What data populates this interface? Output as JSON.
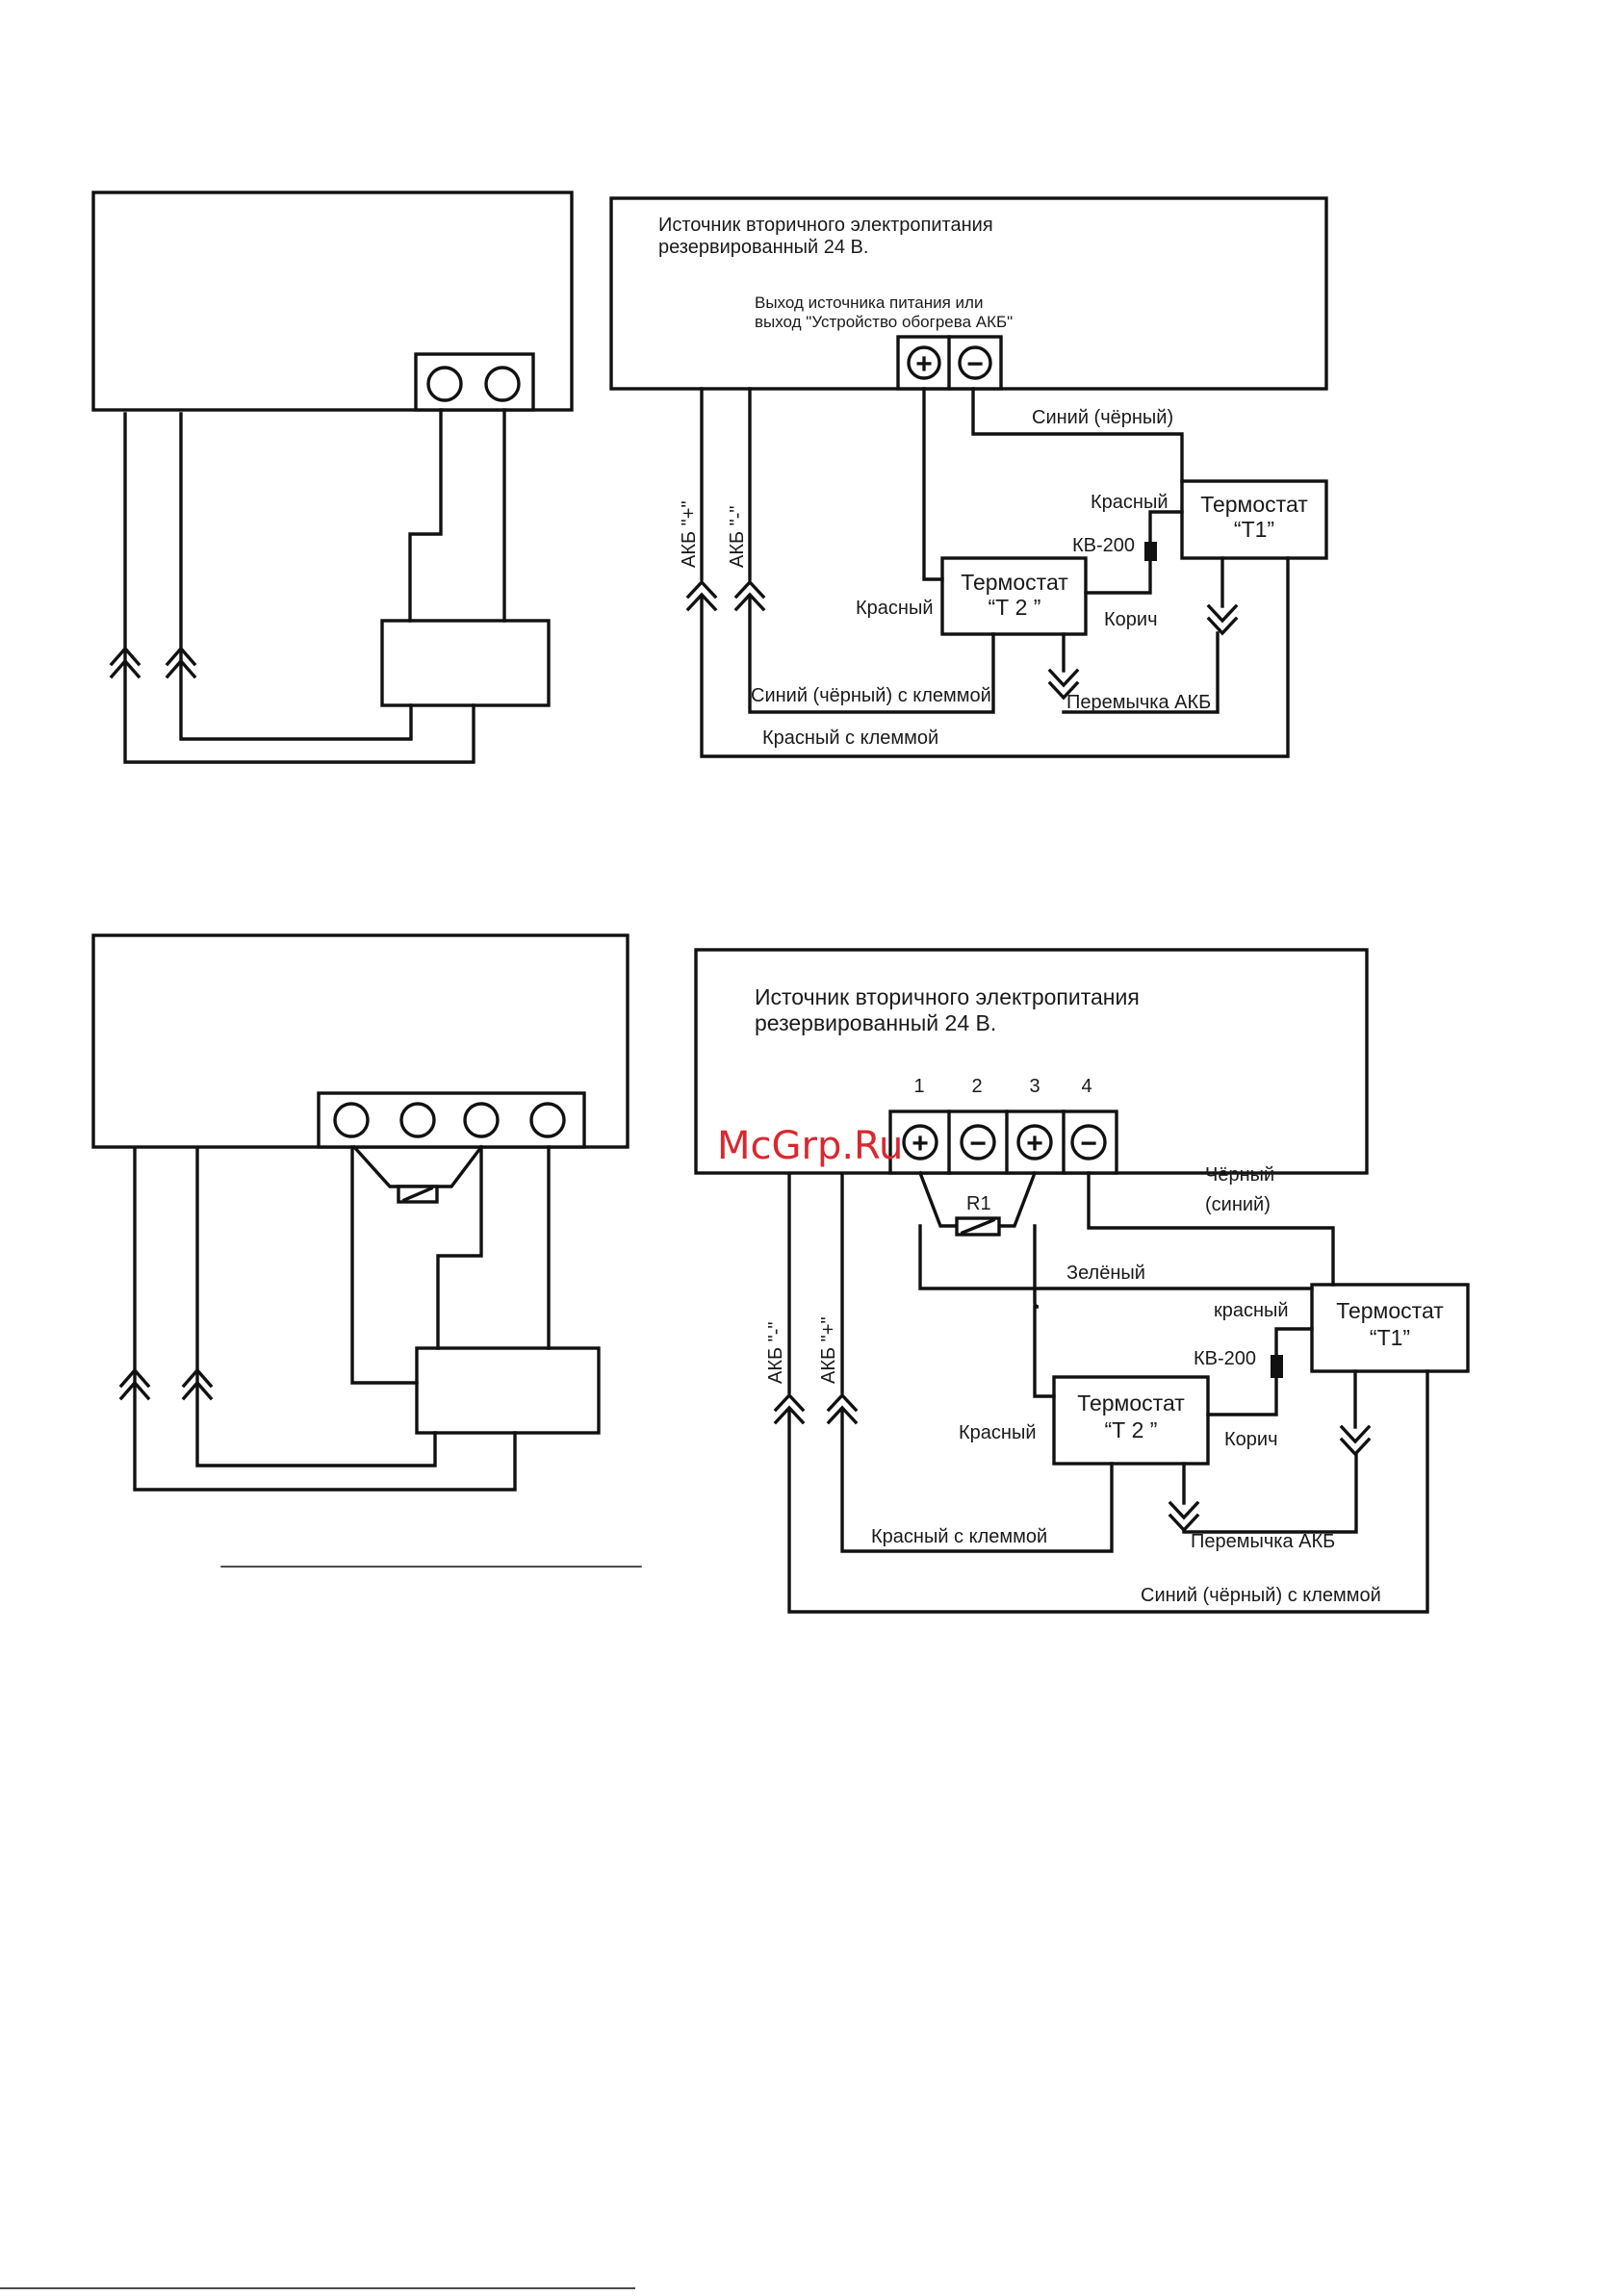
{
  "diagram1": {
    "psu_title_line1": "Источник вторичного электропитания",
    "psu_title_line2": "резервированный 24 В.",
    "output_note_line1": "Выход источника питания или",
    "output_note_line2": "выход \"Устройство обогрева АКБ\"",
    "plus_symbol": "+",
    "minus_symbol": "−",
    "akb_plus_label": "АКБ \"+\"",
    "akb_minus_label": "АКБ \"-\"",
    "wire_blue_black": "Синий (чёрный)",
    "wire_red_t1": "Красный",
    "kv200": "КВ-200",
    "t1_line1": "Термостат",
    "t1_line2": "“Т1”",
    "t2_line1": "Термостат",
    "t2_line2": "“Т 2 ”",
    "wire_red_t2": "Красный",
    "wire_brown": "Корич",
    "wire_blue_clamp": "Синий (чёрный) с клеммой",
    "akb_jumper": "Перемычка АКБ",
    "wire_red_clamp": "Красный с клеммой"
  },
  "diagram2": {
    "psu_title_line1": "Источник вторичного электропитания",
    "psu_title_line2": "резервированный 24 В.",
    "terminal_numbers": [
      "1",
      "2",
      "3",
      "4"
    ],
    "terminal_symbols": [
      "+",
      "−",
      "+",
      "−"
    ],
    "r1": "R1",
    "akb_minus_label": "АКБ \"-\"",
    "akb_plus_label": "АКБ \"+\"",
    "wire_black_blue_line1": "Чёрный",
    "wire_black_blue_line2": "(синий)",
    "wire_green": "Зелёный",
    "wire_red_t1": "красный",
    "kv200": "КВ-200",
    "t1_line1": "Термостат",
    "t1_line2": "“Т1”",
    "t2_line1": "Термостат",
    "t2_line2": "“Т 2 ”",
    "wire_red_t2": "Красный",
    "wire_brown": "Корич",
    "wire_red_clamp": "Красный с клеммой",
    "akb_jumper": "Перемычка АКБ",
    "wire_blue_clamp": "Синий (чёрный) с клеммой"
  },
  "watermark": "McGrp.Ru",
  "colors": {
    "line": "#111111",
    "watermark": "#d9282f",
    "background": "#ffffff"
  }
}
